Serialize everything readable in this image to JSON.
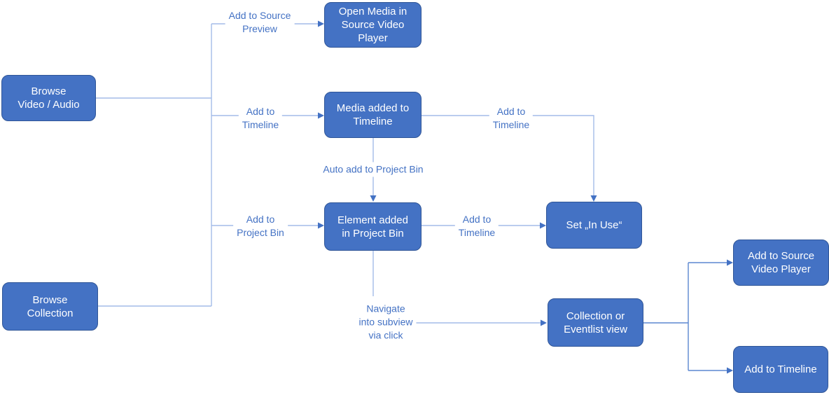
{
  "nodes": {
    "browse_video_audio": "Browse\nVideo / Audio",
    "browse_collection": "Browse\nCollection",
    "open_media_in_source_video_player": "Open Media in\nSource Video\nPlayer",
    "media_added_to_timeline": "Media added to\nTimeline",
    "element_added_in_project_bin": "Element added\nin Project Bin",
    "set_in_use": "Set „In Use“",
    "collection_or_eventlist_view": "Collection or\nEventlist view",
    "add_to_source_video_player": "Add to Source\nVideo Player",
    "add_to_timeline_action": "Add to Timeline"
  },
  "labels": {
    "add_to_source_preview": "Add to Source\nPreview",
    "add_to_timeline_upper": "Add to\nTimeline",
    "add_to_project_bin": "Add to\nProject Bin",
    "auto_add_to_project_bin": "Auto add to Project Bin",
    "add_to_timeline_right": "Add to\nTimeline",
    "add_to_timeline_middle": "Add to\nTimeline",
    "navigate_into_subview": "Navigate\ninto subview\nvia click"
  },
  "colors": {
    "node_fill": "#4472C4",
    "node_border": "#2F5597",
    "node_text": "#FFFFFF",
    "label_text": "#4472C4",
    "connector": "#A4BCE8",
    "connector_strong": "#5B87D0",
    "arrowhead": "#4472C4",
    "canvas_bg": "#FFFFFF"
  }
}
